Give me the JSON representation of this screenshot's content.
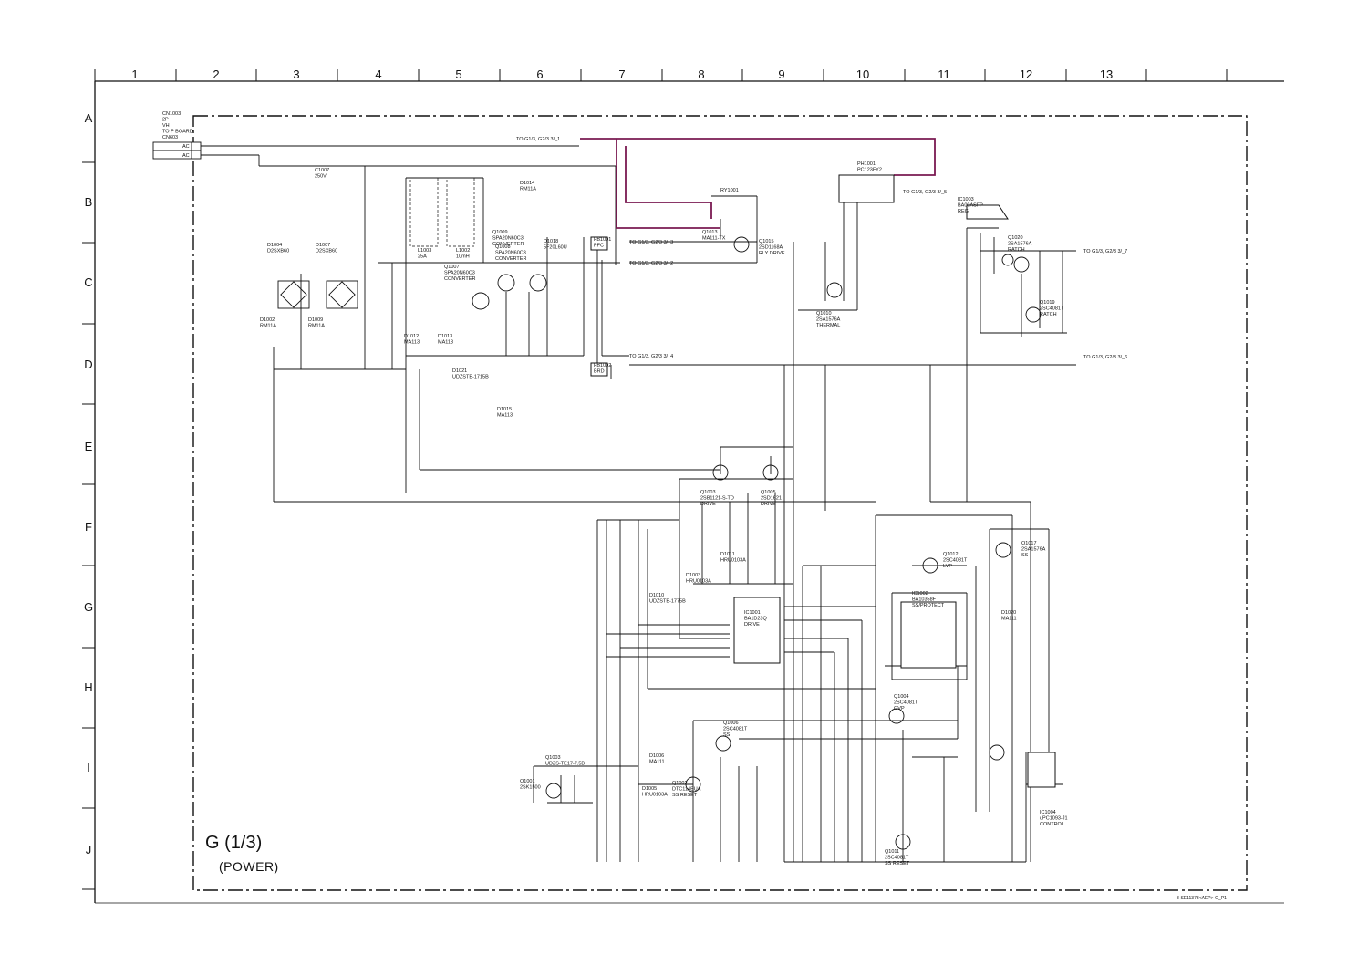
{
  "sheet": {
    "title": "G (1/3)",
    "subtitle": "(POWER)"
  },
  "grid": {
    "columns": [
      "1",
      "2",
      "3",
      "4",
      "5",
      "6",
      "7",
      "8",
      "9",
      "10",
      "11",
      "12",
      "13"
    ],
    "rows": [
      "A",
      "B",
      "C",
      "D",
      "E",
      "F",
      "G",
      "H",
      "I",
      "J"
    ]
  },
  "components": [
    {
      "ref": "CN1003",
      "lines": [
        "CN1003",
        "2P",
        "VH",
        "TO P BOARD",
        "CN603"
      ]
    },
    {
      "ref": "AC-1",
      "lines": [
        "AC"
      ]
    },
    {
      "ref": "AC-2",
      "lines": [
        "AC"
      ]
    },
    {
      "ref": "C1007",
      "lines": [
        "C1007",
        "250V"
      ]
    },
    {
      "ref": "D1014",
      "lines": [
        "D1014",
        "RM11A"
      ]
    },
    {
      "ref": "T1003",
      "lines": [
        "L1003",
        "25A"
      ]
    },
    {
      "ref": "L1002",
      "lines": [
        "L1002",
        "10mH"
      ]
    },
    {
      "ref": "D1004",
      "lines": [
        "D1004",
        "D2SXB60"
      ]
    },
    {
      "ref": "D1007",
      "lines": [
        "D1007",
        "D2SXB60"
      ]
    },
    {
      "ref": "D1009",
      "lines": [
        "D1009",
        "RM11A"
      ]
    },
    {
      "ref": "D1002",
      "lines": [
        "D1002",
        "RM11A"
      ]
    },
    {
      "ref": "Q1007",
      "lines": [
        "Q1007",
        "SPA20N60C3",
        "CONVERTER"
      ]
    },
    {
      "ref": "Q1009",
      "lines": [
        "Q1009",
        "SPA20N60C3",
        "CONVERTER"
      ]
    },
    {
      "ref": "Q1008",
      "lines": [
        "Q1008",
        "SPA20N60C3",
        "CONVERTER"
      ]
    },
    {
      "ref": "D1018",
      "lines": [
        "D1018",
        "5F20L60U"
      ]
    },
    {
      "ref": "PH1001",
      "lines": [
        "PH1001",
        "PC123FY2"
      ]
    },
    {
      "ref": "Q1013",
      "lines": [
        "Q1013",
        "MA111-TX"
      ]
    },
    {
      "ref": "Q1015",
      "lines": [
        "Q1015",
        "2SD1168A",
        "RLY DRIVE"
      ]
    },
    {
      "ref": "RY1001",
      "lines": [
        "RY1001"
      ]
    },
    {
      "ref": "IC1003",
      "lines": [
        "IC1003",
        "BA00ASFP",
        "REG"
      ]
    },
    {
      "ref": "Q1010",
      "lines": [
        "Q1010",
        "2SA1576A",
        "THERMAL"
      ]
    },
    {
      "ref": "Q1020",
      "lines": [
        "Q1020",
        "2SA1576A",
        "RATCH"
      ]
    },
    {
      "ref": "Q1019",
      "lines": [
        "Q1019",
        "2SC4081T",
        "RATCH"
      ]
    },
    {
      "ref": "D1012",
      "lines": [
        "D1012",
        "MA113"
      ]
    },
    {
      "ref": "D1013",
      "lines": [
        "D1013",
        "MA113"
      ]
    },
    {
      "ref": "D1021",
      "lines": [
        "D1021",
        "UDZSTE-1715B"
      ]
    },
    {
      "ref": "D1015",
      "lines": [
        "D1015",
        "MA113"
      ]
    },
    {
      "ref": "PFC",
      "lines": [
        "FB1001",
        "PFC"
      ]
    },
    {
      "ref": "BRD",
      "lines": [
        "FB1002",
        "BRD"
      ]
    },
    {
      "ref": "Q1003",
      "lines": [
        "Q1003",
        "2SB1121-S-TD",
        "DRIVE"
      ]
    },
    {
      "ref": "Q1005",
      "lines": [
        "Q1005",
        "2SD1621",
        "DRIVE"
      ]
    },
    {
      "ref": "IC1001",
      "lines": [
        "IC1001",
        "BA1D23Q",
        "DRIVE"
      ]
    },
    {
      "ref": "D1011",
      "lines": [
        "D1011",
        "HRU0103A"
      ]
    },
    {
      "ref": "D1003",
      "lines": [
        "D1003",
        "HRU0103A"
      ]
    },
    {
      "ref": "D1010",
      "lines": [
        "D1010",
        "UDZSTE-1775B"
      ]
    },
    {
      "ref": "IC1002",
      "lines": [
        "IC1002",
        "BA10358F",
        "SS/PROTECT"
      ]
    },
    {
      "ref": "Q1012",
      "lines": [
        "Q1012",
        "2SC4081T",
        "LVP"
      ]
    },
    {
      "ref": "Q1017",
      "lines": [
        "Q1017",
        "2SA1576A",
        "SS"
      ]
    },
    {
      "ref": "D1020",
      "lines": [
        "D1020",
        "MA111"
      ]
    },
    {
      "ref": "Q1004",
      "lines": [
        "Q1004",
        "2SC4081T",
        "OVP"
      ]
    },
    {
      "ref": "Q1006",
      "lines": [
        "Q1006",
        "2SC4081T",
        "SS"
      ]
    },
    {
      "ref": "Q1002",
      "lines": [
        "Q1002",
        "DTC114EUA",
        "SS RESET"
      ]
    },
    {
      "ref": "D1006",
      "lines": [
        "D1006",
        "MA111"
      ]
    },
    {
      "ref": "D1005",
      "lines": [
        "D1005",
        "HRU0103A"
      ]
    },
    {
      "ref": "Q1001",
      "lines": [
        "Q1001",
        "2SK1500"
      ]
    },
    {
      "ref": "Q1003b",
      "lines": [
        "Q1003",
        "UDZS-TE17-7.5B"
      ]
    },
    {
      "ref": "Q1011",
      "lines": [
        "Q1011",
        "2SC4081T",
        "SS RESET"
      ]
    },
    {
      "ref": "IC1004",
      "lines": [
        "IC1004",
        "uPC1093-J1",
        "CONTROL"
      ]
    }
  ],
  "ports": [
    {
      "ref": "P1",
      "text": "TO G1/3, G2/3 3/_1"
    },
    {
      "ref": "P2",
      "text": "TO G1/3, G2/3 3/_2"
    },
    {
      "ref": "P3",
      "text": "TO G1/3, G2/3 3/_3"
    },
    {
      "ref": "P4",
      "text": "TO G1/3, G2/3 3/_4"
    },
    {
      "ref": "P5",
      "text": "TO G1/3, G2/3 3/_5"
    },
    {
      "ref": "P6",
      "text": "TO G1/3, G2/3 3/_6"
    },
    {
      "ref": "P7",
      "text": "TO G1/3, G2/3 3/_7"
    }
  ],
  "footer": "8-SE11373<AEP>-G_P1"
}
